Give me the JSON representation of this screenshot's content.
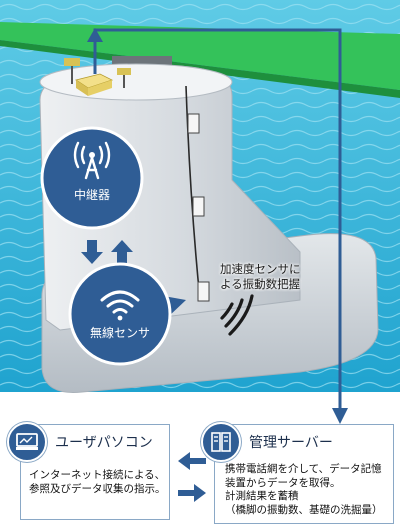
{
  "relay": {
    "label": "中継器"
  },
  "wireless_sensor": {
    "label": "無線センサ"
  },
  "accel_sensor": {
    "line1": "加速度センサに",
    "line2": "よる振動数把握"
  },
  "user_pc": {
    "title": "ユーザパソコン",
    "lines": [
      "インターネット接続による、",
      "参照及びデータ収集の指示。"
    ]
  },
  "server": {
    "title": "管理サーバー",
    "lines": [
      "携帯電話網を介して、データ記憶",
      "装置からデータを取得。",
      "計測結果を蓄積",
      "（橋脚の振動数、基礎の洗掘量）"
    ]
  },
  "colors": {
    "accent": "#2f5d95",
    "deck": "#34c25a",
    "water": "#2fb5d8",
    "pier": "#d9dee3",
    "panel_border": "#8aa8c6"
  },
  "icons": [
    "antenna-icon",
    "wifi-icon",
    "computer-icon",
    "server-icon",
    "signal-waves-icon"
  ]
}
